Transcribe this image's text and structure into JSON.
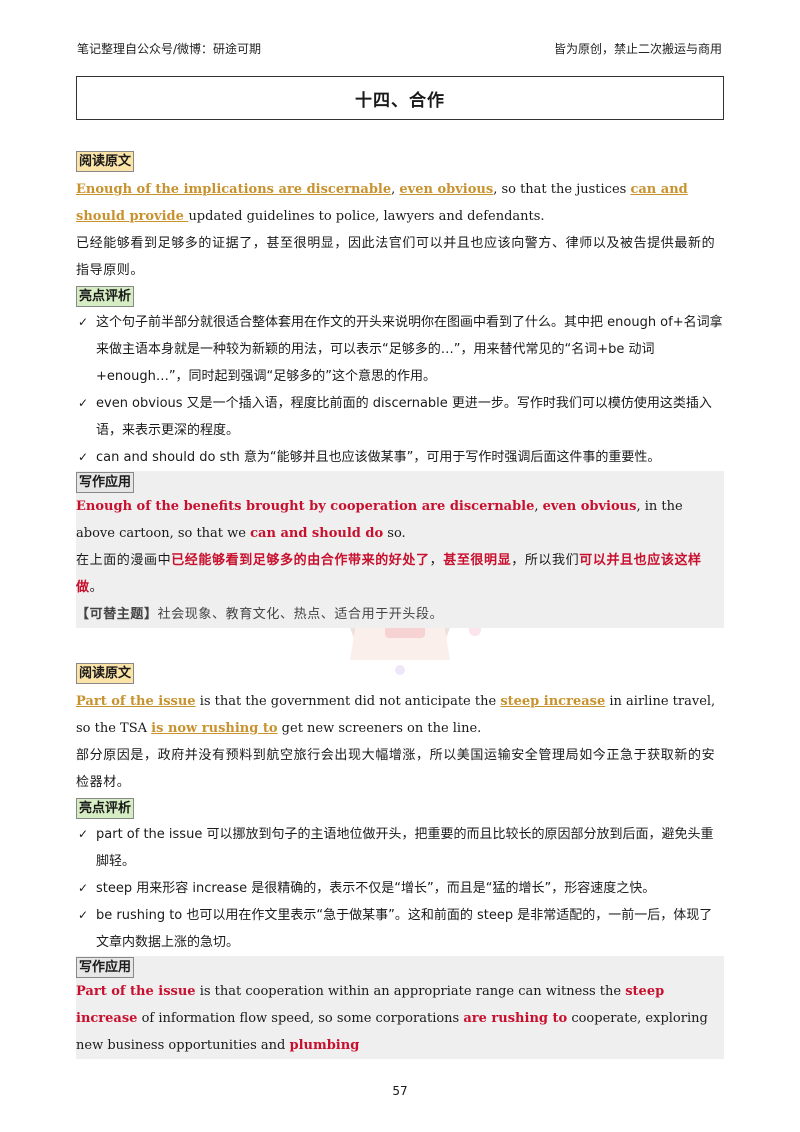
{
  "header": {
    "left": "笔记整理自公众号/微博：研途可期",
    "right": "皆为原创，禁止二次搬运与商用"
  },
  "title": "十四、合作",
  "labels": {
    "read": "阅读原文",
    "eval": "亮点评析",
    "app": "写作应用"
  },
  "section1": {
    "original": {
      "p1": "Enough of the implications are discernable",
      "p2": ", ",
      "p3": "even obvious",
      "p4": ", so that the justices ",
      "p5": "can and should provide ",
      "p6": "updated guidelines to police, lawyers and defendants."
    },
    "translation": "已经能够看到足够多的证据了，甚至很明显，因此法官们可以并且也应该向警方、律师以及被告提供最新的指导原则。",
    "bullets": [
      "这个句子前半部分就很适合整体套用在作文的开头来说明你在图画中看到了什么。其中把 enough of+名词拿来做主语本身就是一种较为新颖的用法，可以表示“足够多的…”，用来替代常见的“名词+be 动词+enough…”，同时起到强调“足够多的”这个意思的作用。",
      "even obvious 又是一个插入语，程度比前面的 discernable 更进一步。写作时我们可以模仿使用这类插入语，来表示更深的程度。",
      "can and should do sth 意为“能够并且也应该做某事”，可用于写作时强调后面这件事的重要性。"
    ],
    "app": {
      "e1": "Enough of the benefits brought by cooperation are discernable",
      "e2": ", ",
      "e3": "even obvious",
      "e4": ", in the above cartoon, so that we ",
      "e5": "can and should do",
      "e6": " so.",
      "c1": "在上面的漫画中",
      "c2": "已经能够看到足够多的由合作带来的好处了",
      "c3": "，",
      "c4": "甚至很明显",
      "c5": "，所以我们",
      "c6": "可以并且也应该这样做",
      "c7": "。",
      "topic_label": "【可替主题】",
      "topic": "社会现象、教育文化、热点、适合用于开头段。"
    }
  },
  "section2": {
    "original": {
      "p1": "Part of the issue",
      "p2": " is that the government did not anticipate the ",
      "p3": "steep increase",
      "p4": " in airline travel, so the TSA ",
      "p5": "is now rushing to",
      "p6": " get new screeners on the line."
    },
    "translation": "部分原因是，政府并没有预料到航空旅行会出现大幅增涨，所以美国运输安全管理局如今正急于获取新的安检器材。",
    "bullets": [
      "part of the issue 可以挪放到句子的主语地位做开头，把重要的而且比较长的原因部分放到后面，避免头重脚轻。",
      "steep 用来形容 increase 是很精确的，表示不仅是“增长”，而且是“猛的增长”，形容速度之快。",
      "be rushing to 也可以用在作文里表示“急于做某事”。这和前面的 steep 是非常适配的，一前一后，体现了文章内数据上涨的急切。"
    ],
    "app": {
      "e1": "Part of the issue",
      "e2": " is that cooperation within an appropriate range can witness the ",
      "e3": "steep increase",
      "e4": " of information flow speed, so some corporations ",
      "e5": "are rushing to",
      "e6": " cooperate, exploring new business opportunities and ",
      "e7": "plumbing"
    }
  },
  "page_number": "57",
  "icons": {
    "check": "check-icon",
    "watermark": "cartoon-girl-watermark"
  },
  "colors": {
    "gold": "#c8922e",
    "red": "#c8102e"
  }
}
